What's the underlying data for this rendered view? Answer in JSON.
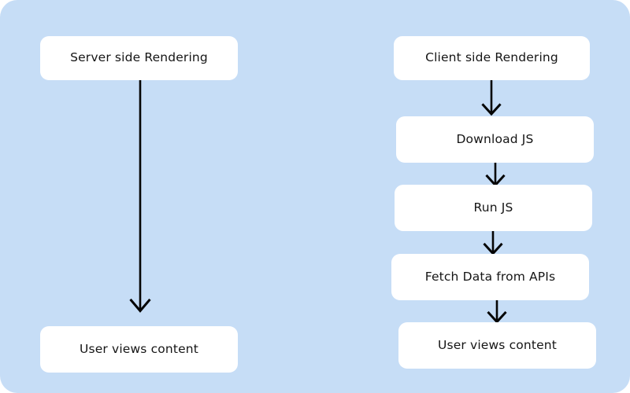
{
  "diagram": {
    "background_color": "#c6ddf6",
    "node_color": "#ffffff",
    "text_color": "#151515",
    "arrow_color": "#050505",
    "columns": [
      {
        "name": "server-side-rendering-flow",
        "nodes": [
          {
            "id": "ssr-start",
            "label": "Server side Rendering"
          },
          {
            "id": "ssr-end",
            "label": "User views content"
          }
        ],
        "arrows": [
          {
            "id": "ssr-arrow-1",
            "from": "ssr-start",
            "to": "ssr-end"
          }
        ]
      },
      {
        "name": "client-side-rendering-flow",
        "nodes": [
          {
            "id": "csr-start",
            "label": "Client side Rendering"
          },
          {
            "id": "csr-download",
            "label": "Download JS"
          },
          {
            "id": "csr-run",
            "label": "Run JS"
          },
          {
            "id": "csr-fetch",
            "label": "Fetch Data from APIs"
          },
          {
            "id": "csr-end",
            "label": "User views content"
          }
        ],
        "arrows": [
          {
            "id": "csr-arrow-1",
            "from": "csr-start",
            "to": "csr-download"
          },
          {
            "id": "csr-arrow-2",
            "from": "csr-download",
            "to": "csr-run"
          },
          {
            "id": "csr-arrow-3",
            "from": "csr-run",
            "to": "csr-fetch"
          },
          {
            "id": "csr-arrow-4",
            "from": "csr-fetch",
            "to": "csr-end"
          }
        ]
      }
    ]
  }
}
